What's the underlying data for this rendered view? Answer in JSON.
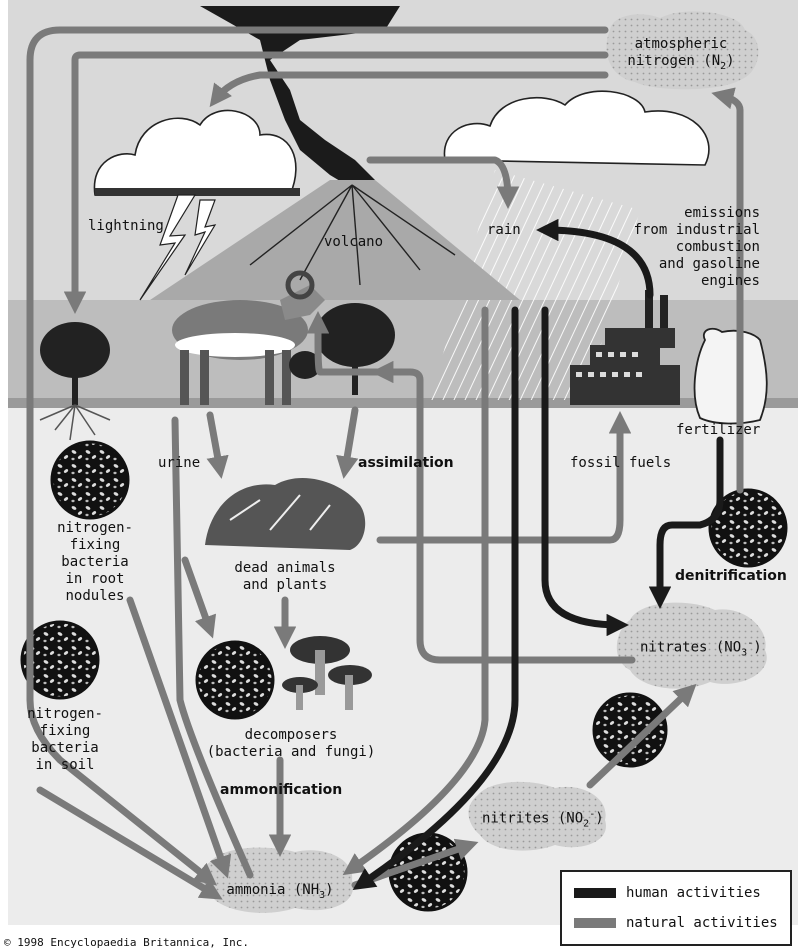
{
  "labels": {
    "atm_line1": "atmospheric",
    "atm_line2": "nitrogen (N",
    "atm_sub": "2",
    "atm_close": ")",
    "lightning": "lightning",
    "volcano": "volcano",
    "rain": "rain",
    "emissions": "emissions\nfrom industrial\ncombustion\nand gasoline\nengines",
    "nfix_root": "nitrogen-\nfixing\nbacteria\nin root\nnodules",
    "urine": "urine",
    "assimilation": "assimilation",
    "fossil_fuels": "fossil fuels",
    "fertilizer": "fertilizer",
    "dead": "dead animals\nand plants",
    "denitrification": "denitrification",
    "nitrates": "nitrates (NO",
    "nitrates_sub": "3",
    "nitrates_sup": "-",
    "nitrates_close": ")",
    "nfix_soil": "nitrogen-\nfixing\nbacteria\nin soil",
    "decomposers": "decomposers\n(bacteria and fungi)",
    "ammonification": "ammonification",
    "nitrites": "nitrites (NO",
    "nitrites_sub": "2",
    "nitrites_sup": "-",
    "nitrites_close": ")",
    "ammonia": "ammonia (NH",
    "ammonia_sub": "3",
    "ammonia_close": ")",
    "copyright": "© 1998 Encyclopaedia Britannica, Inc."
  },
  "legend": {
    "human": "human activities",
    "natural": "natural activities",
    "human_color": "#1a1a1a",
    "natural_color": "#7a7a7a"
  }
}
